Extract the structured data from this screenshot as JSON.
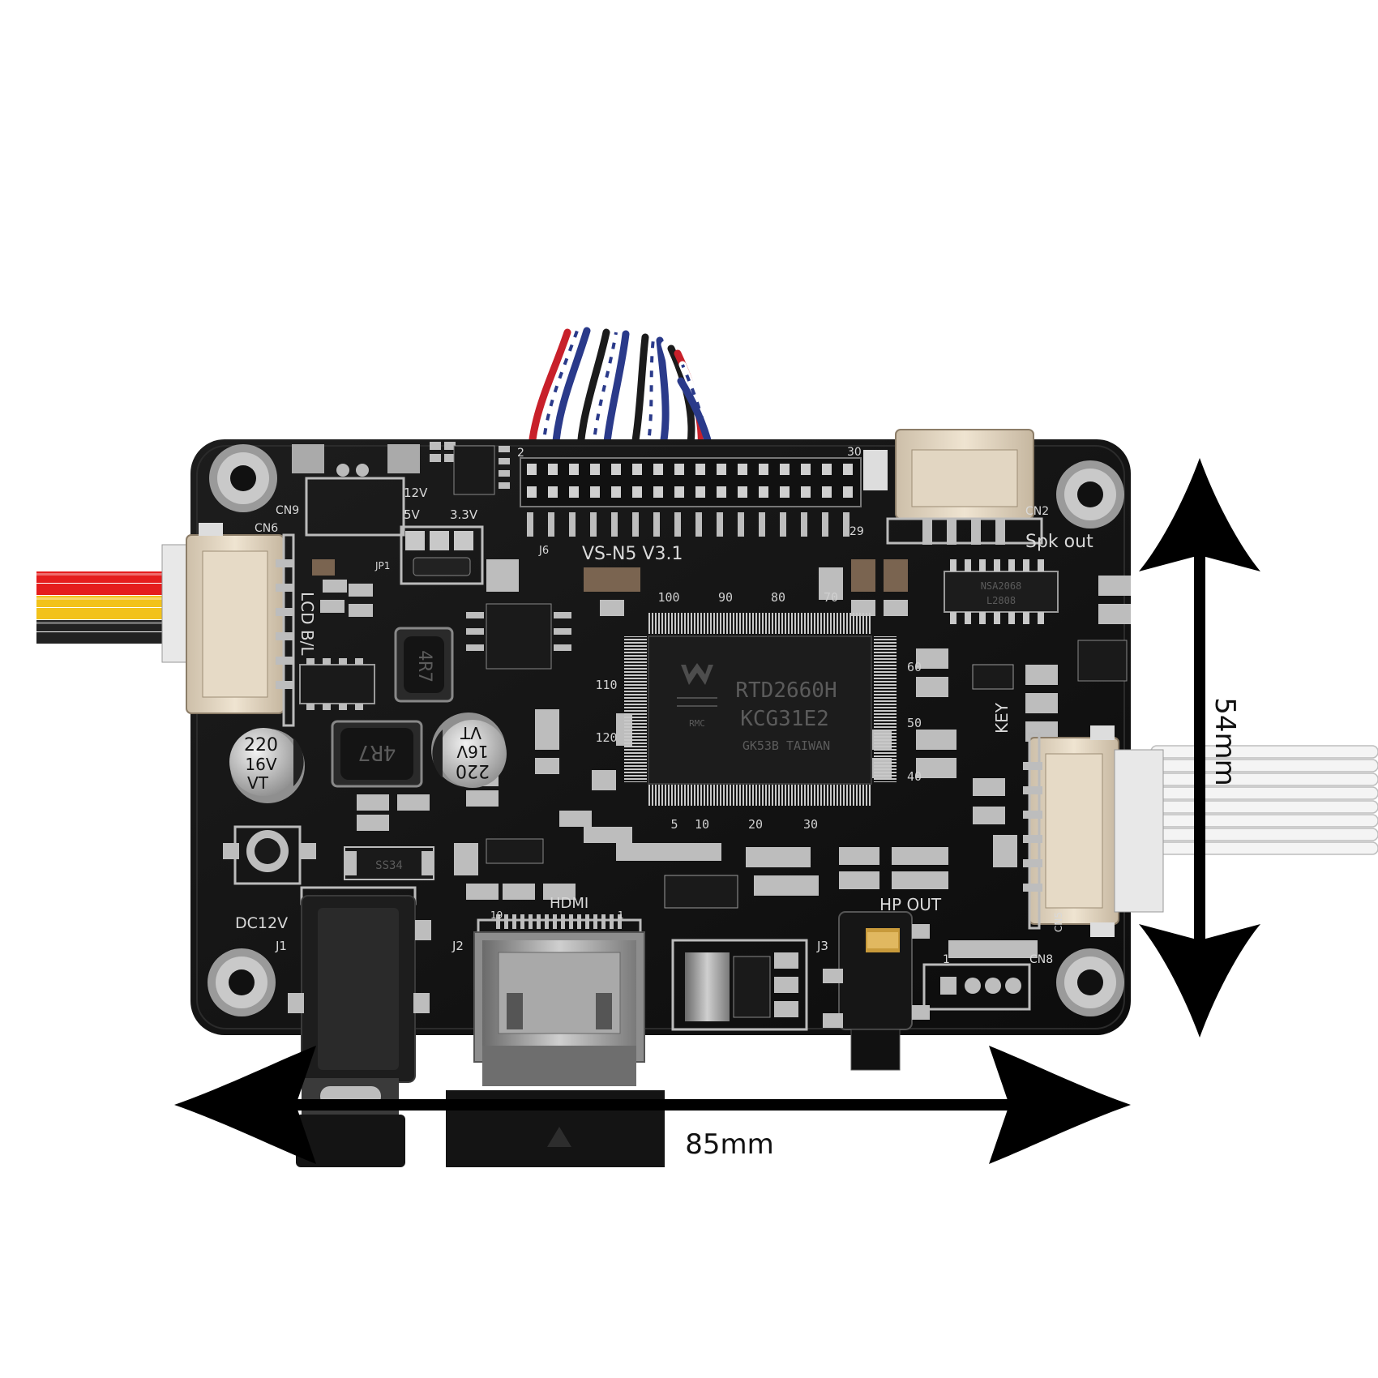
{
  "board": {
    "model": "VS-N5  V3.1",
    "pin_30": "30",
    "pin_29": "29",
    "pin_2": "2",
    "chip": {
      "line1": "RTD2660H",
      "line2": "KCG31E2",
      "line3": "GK53B  TAIWAN",
      "logo": "RMC",
      "pins_top": [
        "100",
        "90",
        "80",
        "70"
      ],
      "pins_bottom": [
        "5",
        "10",
        "20",
        "30"
      ],
      "pins_right": [
        "60",
        "50",
        "40"
      ],
      "pins_left": [
        "110",
        "120"
      ]
    },
    "labels": {
      "cn9": "CN9",
      "cn6": "CN6",
      "lcd_bl": "LCD B/L",
      "v12": "12V",
      "v5": "5V",
      "v33": "3.3V",
      "jp1": "JP1",
      "j6": "J6",
      "cn2": "CN2",
      "spk_out": "Spk  out",
      "key": "KEY",
      "cn5": "CN5",
      "cn8": "CN8",
      "hp_out": "HP OUT",
      "j3": "J3",
      "hdmi": "HDMI",
      "hdmi_19": "19",
      "hdmi_1": "1",
      "j2": "J2",
      "dc12v": "DC12V",
      "j1": "J1",
      "ss34": "SS34",
      "cn8_1": "1"
    },
    "components": {
      "cap_left": [
        "220",
        "16V",
        "VT"
      ],
      "cap_right": [
        "220",
        "16V",
        "VT"
      ],
      "inductor_top": "4R7",
      "inductor_bottom": "4R7",
      "amp_line1": "NSA2068",
      "amp_line2": "L2808"
    }
  },
  "dimensions": {
    "width_label": "85mm",
    "height_label": "54mm"
  }
}
